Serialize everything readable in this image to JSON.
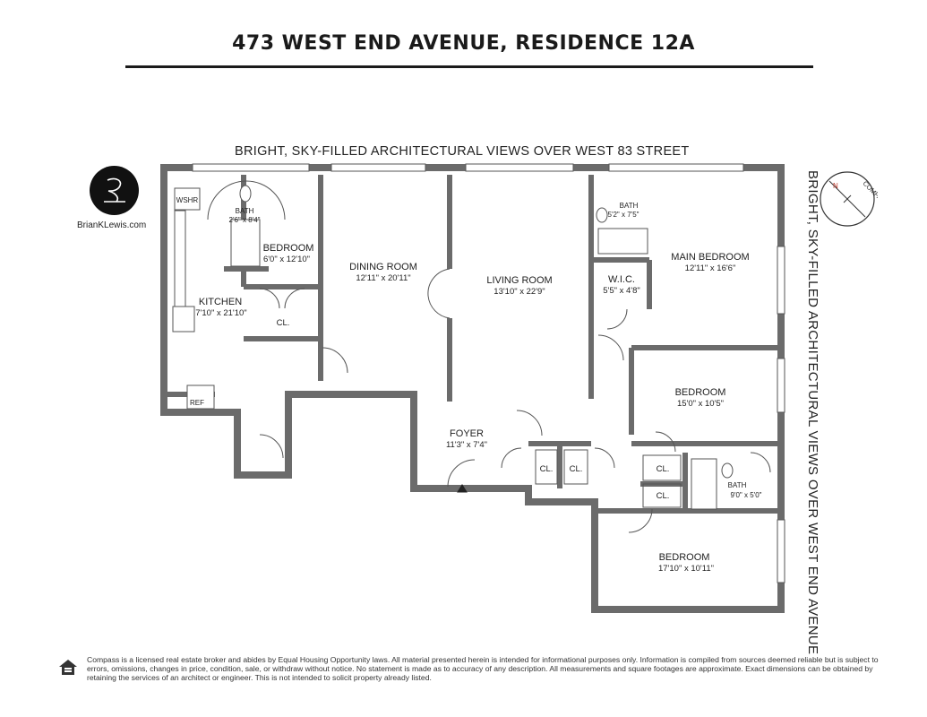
{
  "header": {
    "title": "473 WEST END AVENUE, RESIDENCE 12A"
  },
  "captions": {
    "north": "BRIGHT, SKY-FILLED ARCHITECTURAL VIEWS OVER WEST 83 STREET",
    "east": "BRIGHT, SKY-FILLED ARCHITECTURAL VIEWS OVER WEST END AVENUE"
  },
  "branding": {
    "logo_text": "BrianKLewis.com",
    "compass_label": "COMPASS",
    "compass_north": "N"
  },
  "rooms": {
    "bath1": {
      "name": "BATH",
      "dims": "2'6\" x 8'4\""
    },
    "bedroom_small": {
      "name": "BEDROOM",
      "dims": "6'0\" x 12'10\""
    },
    "kitchen": {
      "name": "KITCHEN",
      "dims": "7'10\" x 21'10\""
    },
    "dining": {
      "name": "DINING ROOM",
      "dims": "12'11\" x 20'11\""
    },
    "living": {
      "name": "LIVING ROOM",
      "dims": "13'10\" x 22'9\""
    },
    "bath2": {
      "name": "BATH",
      "dims": "5'2\" x 7'5\""
    },
    "main_bedroom": {
      "name": "MAIN BEDROOM",
      "dims": "12'11\" x 16'6\""
    },
    "wic": {
      "name": "W.I.C.",
      "dims": "5'5\" x 4'8\""
    },
    "bedroom_mid": {
      "name": "BEDROOM",
      "dims": "15'0\" x 10'5\""
    },
    "foyer": {
      "name": "FOYER",
      "dims": "11'3\" x 7'4\""
    },
    "bath3": {
      "name": "BATH",
      "dims": "9'0\" x 5'0\""
    },
    "bedroom_se": {
      "name": "BEDROOM",
      "dims": "17'10\" x 10'11\""
    }
  },
  "fixtures": {
    "closet": "CL.",
    "washer": "WSHR",
    "fridge": "REF"
  },
  "footer": {
    "disclaimer": "Compass is a licensed real estate broker and abides by Equal Housing Opportunity laws. All material presented herein is intended for informational purposes only. Information is compiled from sources deemed reliable but is subject to errors, omissions, changes in price, condition, sale, or withdraw without notice. No statement is made as to accuracy of any description. All measurements and square footages are approximate. Exact dimensions can be obtained by retaining the services of an architect or engineer. This is not intended to solicit property already listed."
  }
}
